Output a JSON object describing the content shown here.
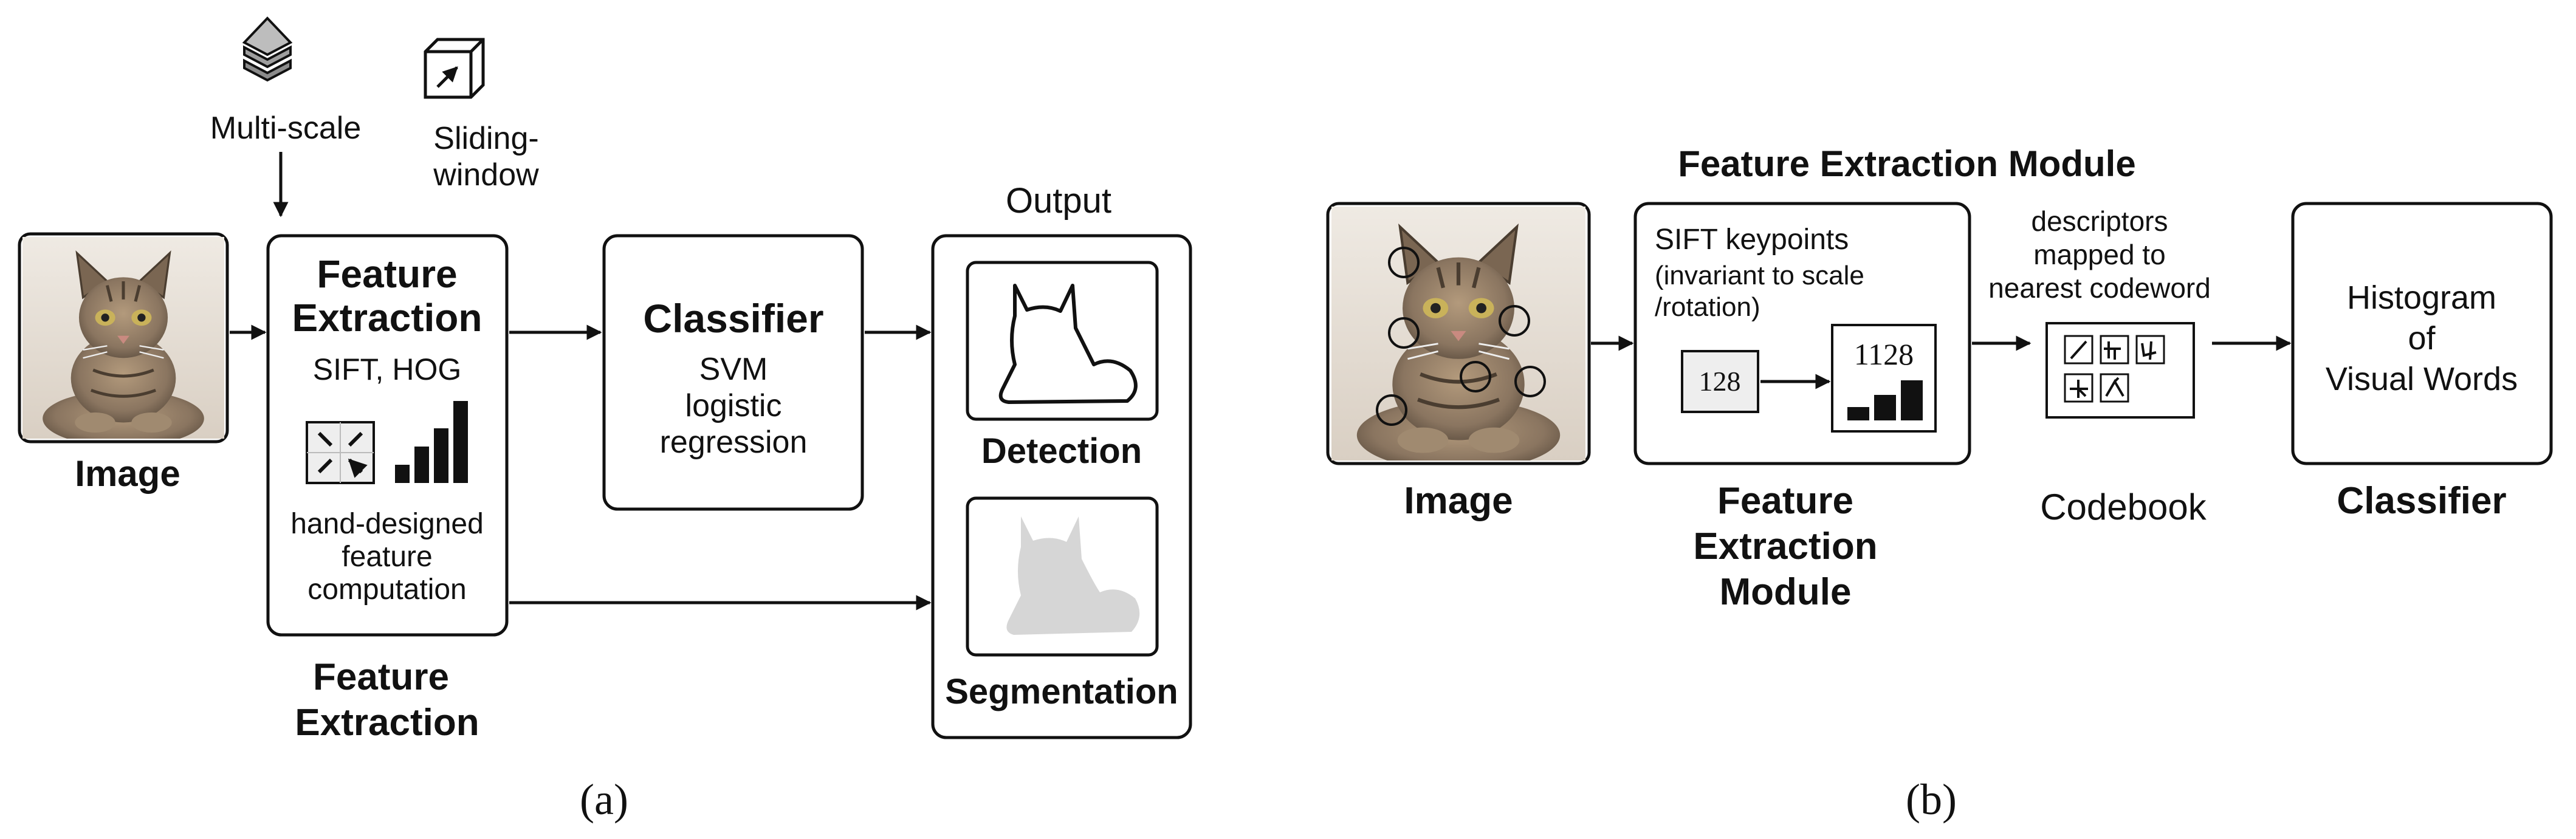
{
  "panel_a": {
    "multiscale_label": "Multi-scale",
    "sliding_label_line1": "Sliding-",
    "sliding_label_line2": "window",
    "image_label": "Image",
    "fe_title_line1": "Feature",
    "fe_title_line2": "Extraction",
    "fe_methods": "SIFT, HOG",
    "fe_desc_line1": "hand-designed",
    "fe_desc_line2": "feature",
    "fe_desc_line3": "computation",
    "fe_caption_line1": "Feature",
    "fe_caption_line2": "Extraction",
    "classifier_title": "Classifier",
    "classifier_line1": "SVM",
    "classifier_line2": "logistic",
    "classifier_line3": "regression",
    "output_label": "Output",
    "detection_label": "Detection",
    "segmentation_label": "Segmentation",
    "caption": "(a)"
  },
  "panel_b": {
    "module_heading": "Feature Extraction Module",
    "image_label": "Image",
    "sift_line1": "SIFT keypoints",
    "sift_line2": "(invariant to scale",
    "sift_line3": "/rotation)",
    "descriptor_dim": "128",
    "histogram_value": "1128",
    "module_caption_line1": "Feature",
    "module_caption_line2": "Extraction",
    "module_caption_line3": "Module",
    "descriptors_line1": "descriptors",
    "descriptors_line2": "mapped to",
    "descriptors_line3": "nearest codeword",
    "codebook_label": "Codebook",
    "histogram_line1": "Histogram",
    "histogram_line2": "of",
    "histogram_line3": "Visual Words",
    "classifier_label": "Classifier",
    "caption": "(b)"
  },
  "colors": {
    "stroke": "#111111",
    "silhouette_fill": "#d6d6d6",
    "cat_fur": "#8a7560",
    "cat_dark": "#4a3d30",
    "photo_background": "#e9e3da"
  },
  "icons": [
    "layers-icon",
    "cube-arrow-icon",
    "cat-photo",
    "keypoints-icon",
    "histogram-icon",
    "cat-outline-icon",
    "cat-silhouette-icon",
    "codebook-icon"
  ]
}
